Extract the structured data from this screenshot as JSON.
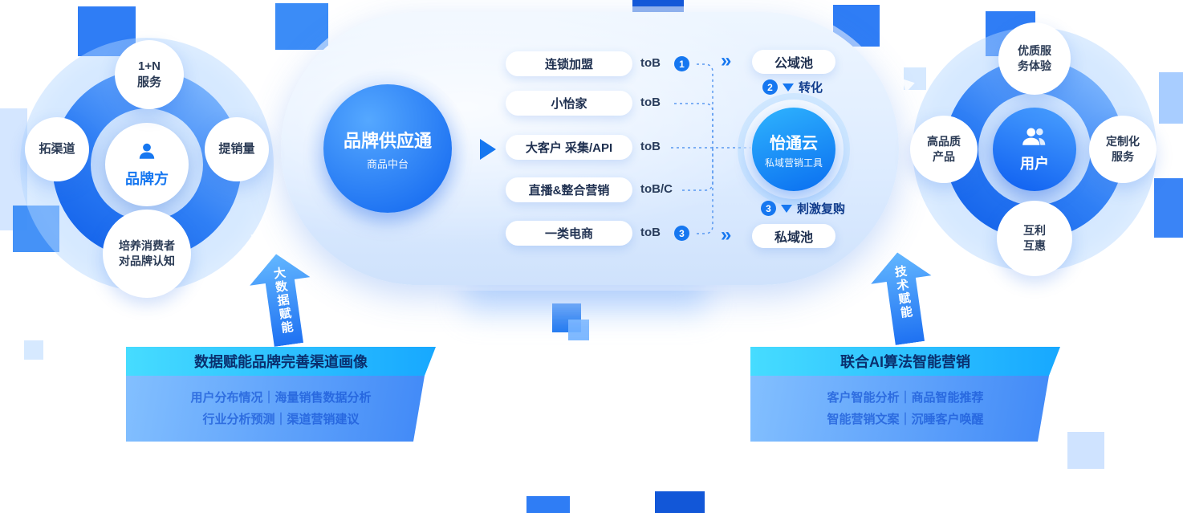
{
  "left_hub": {
    "center_label": "品牌方",
    "satellites": [
      {
        "label": "1+N\n服务"
      },
      {
        "label": "拓渠道"
      },
      {
        "label": "提销量"
      },
      {
        "label": "培养消费者\n对品牌认知"
      }
    ]
  },
  "platform": {
    "supply_title": "品牌供应通",
    "supply_subtitle": "商品中台",
    "channels": [
      {
        "label": "连锁加盟",
        "tag": "toB",
        "badge": "1"
      },
      {
        "label": "小怡家",
        "tag": "toB"
      },
      {
        "label": "大客户 采集/API",
        "tag": "toB"
      },
      {
        "label": "直播&整合营销",
        "tag": "toB/C"
      },
      {
        "label": "一类电商",
        "tag": "toB",
        "badge": "3"
      }
    ],
    "cloud_title": "怡通云",
    "cloud_subtitle": "私域营销工具",
    "public_pool_label": "公域池",
    "private_pool_label": "私域池",
    "convert_badge": "2",
    "convert_label": "转化",
    "repurchase_badge": "3",
    "repurchase_label": "刺激复购"
  },
  "right_hub": {
    "center_label": "用户",
    "satellites": [
      {
        "label": "优质服\n务体验"
      },
      {
        "label": "高品质\n产品"
      },
      {
        "label": "定制化\n服务"
      },
      {
        "label": "互利\n互惠"
      }
    ]
  },
  "empower": [
    {
      "arrow_label": "大数据赋能",
      "title": "数据赋能品牌完善渠道画像",
      "lines": [
        "用户分布情况｜海量销售数据分析",
        "行业分析预测｜渠道营销建议"
      ]
    },
    {
      "arrow_label": "技术赋能",
      "title": "联合AI算法智能营销",
      "lines": [
        "客户智能分析｜商品智能推荐",
        "智能营销文案｜沉睡客户唤醒"
      ]
    }
  ],
  "colors": {
    "primary_blue": "#1677f0",
    "cyan": "#35c8ff",
    "panel_light": "#ddecff"
  }
}
